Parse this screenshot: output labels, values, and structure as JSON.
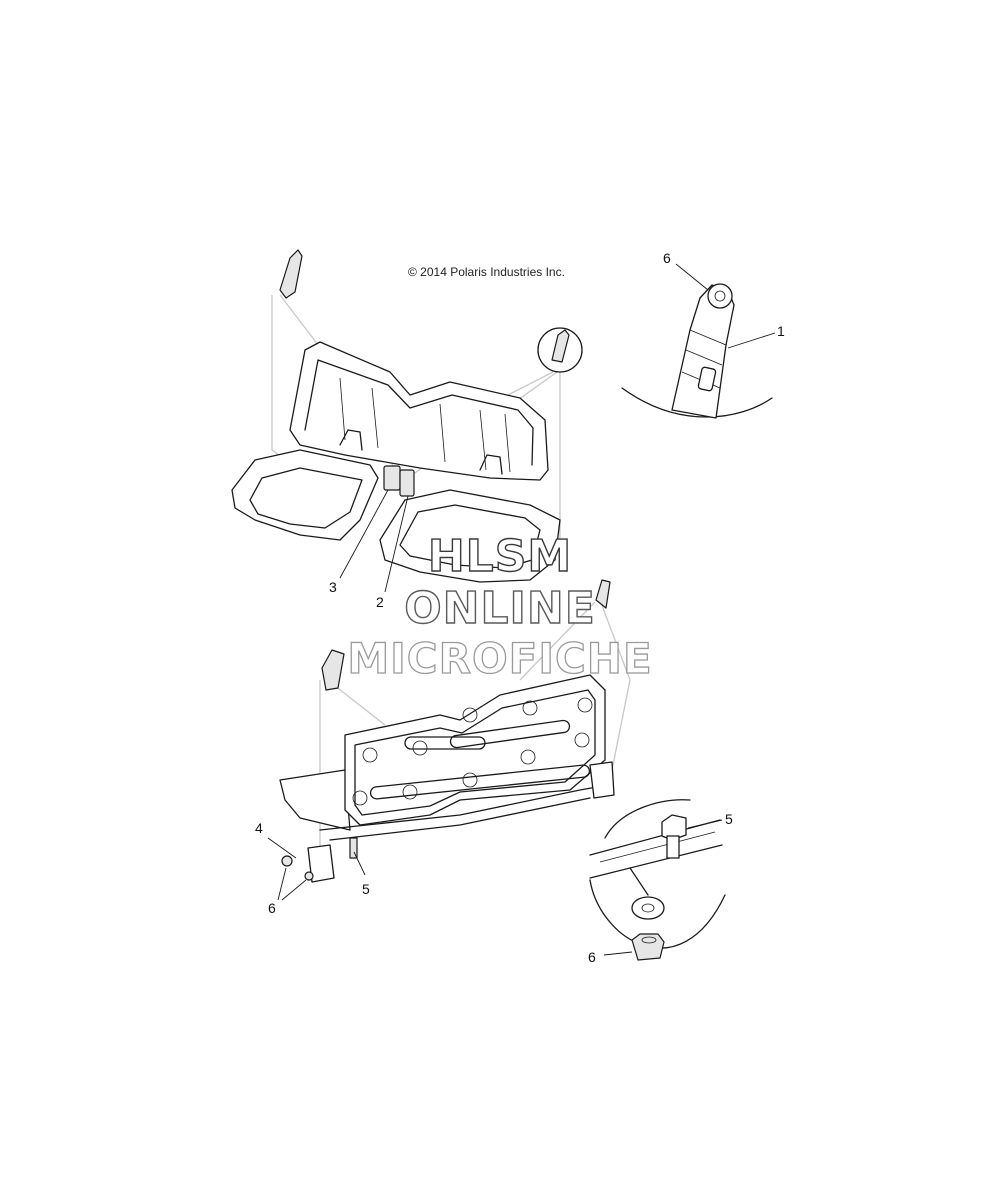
{
  "diagram": {
    "copyright": "© 2014 Polaris Industries Inc.",
    "callouts": [
      {
        "id": "c6a",
        "text": "6"
      },
      {
        "id": "c1",
        "text": "1"
      },
      {
        "id": "c3",
        "text": "3"
      },
      {
        "id": "c2",
        "text": "2"
      },
      {
        "id": "c4",
        "text": "4"
      },
      {
        "id": "c6b",
        "text": "6"
      },
      {
        "id": "c5a",
        "text": "5"
      },
      {
        "id": "c5b",
        "text": "5"
      },
      {
        "id": "c6c",
        "text": "6"
      }
    ],
    "watermark": {
      "line1": "HLSM",
      "line2": "ONLINE",
      "line3": "MICROFICHE"
    }
  }
}
